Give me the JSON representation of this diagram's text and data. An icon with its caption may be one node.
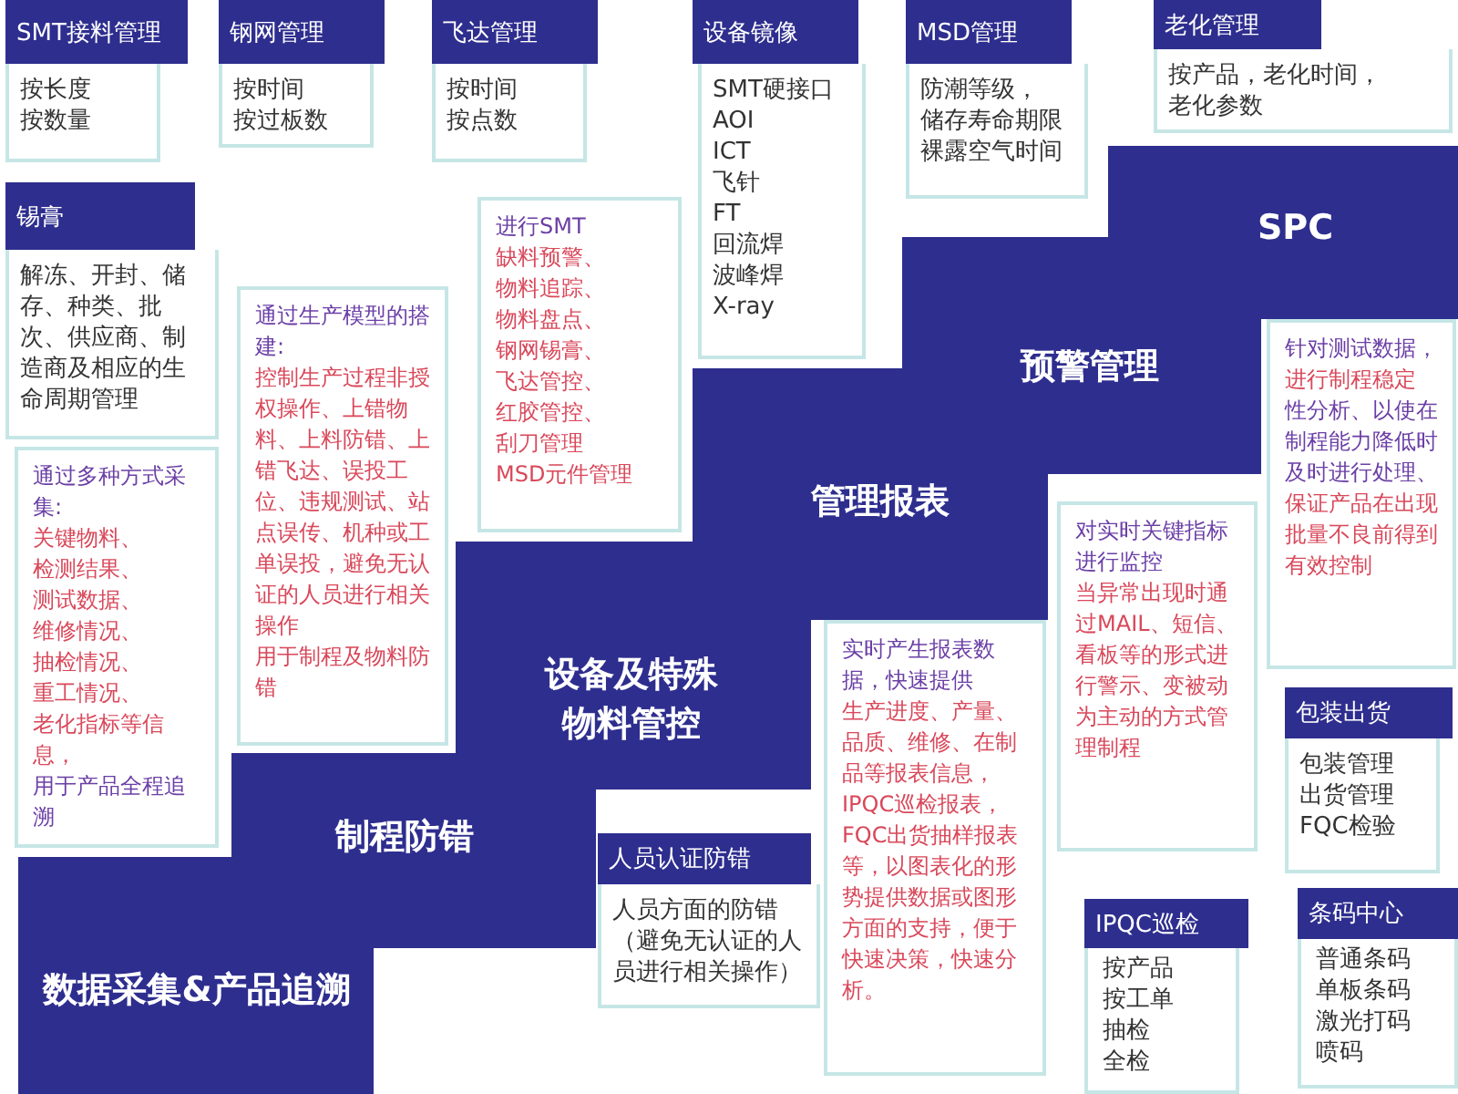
{
  "diagram": {
    "nodes": [
      {
        "text": [
          "SMT接料管理"
        ]
      },
      {
        "text": [
          "按长度",
          "按数量"
        ]
      },
      {
        "text": [
          "钢网管理"
        ]
      },
      {
        "text": [
          "按时间",
          "按过板数"
        ]
      },
      {
        "text": [
          "飞达管理"
        ]
      },
      {
        "text": [
          "按时间",
          "按点数"
        ]
      },
      {
        "text": [
          "设备镜像"
        ]
      },
      {
        "text": [
          "SMT硬接口",
          "AOI",
          "ICT",
          "飞针",
          "FT",
          "回流焊",
          "波峰焊",
          "X-ray"
        ]
      },
      {
        "text": [
          "MSD管理"
        ]
      },
      {
        "text": [
          "防潮等级，",
          "储存寿命期限",
          "裸露空气时间"
        ]
      },
      {
        "text": [
          "老化管理"
        ]
      },
      {
        "text": [
          "按产品，老化时间，老化参数"
        ]
      },
      {
        "text": [
          "锡膏"
        ]
      },
      {
        "text": [
          "解冻、开封、储存、种类、批次、供应商、制造商及相应的生命周期管理"
        ]
      },
      {
        "text": [
          "进行SMT",
          "缺料预警、",
          "物料追踪、",
          "物料盘点、",
          "钢网锡膏、",
          "飞达管控、",
          "红胶管控、",
          "刮刀管理",
          "MSD元件管理"
        ]
      },
      {
        "text": [
          "通过生产模型的搭建:",
          "控制生产过程非授权操作、上错物料、上料防错、上错飞达、误投工位、违规测试、站点误传、机种或工单误投，避免无认证的人员进行相关操作",
          "用于制程及物料防错"
        ]
      },
      {
        "text": [
          "SPC"
        ]
      },
      {
        "text": [
          "预警管理"
        ]
      },
      {
        "text": [
          "针对测试数据，",
          "进行制程稳定",
          "性分析、以使在制程能力降低时及时进行处理、",
          "保证产品在出现批量不良前得到有效控制"
        ]
      },
      {
        "text": [
          "通过多种方式采集:",
          "关键物料、",
          "检测结果、",
          "测试数据、",
          "维修情况、",
          "抽检情况、",
          "重工情况、",
          "老化指标等信息，",
          "用于产品全程追溯"
        ]
      },
      {
        "text": [
          "管理报表"
        ]
      },
      {
        "text": [
          "对实时关键指标进行监控",
          "当异常出现时通过MAIL、短信、看板等的形式进行警示、变被动为主动的方式管理制程"
        ]
      },
      {
        "text": [
          "设备及特殊物料管控"
        ]
      },
      {
        "text": [
          "实时产生报表数据，快速提供",
          "生产进度、产量、品质、维修、在制品等报表信息，IPQC巡检报表，FQC出货抽样报表等，以图表化的形势提供数据或图形方面的支持，便于快速决策，快速分析。"
        ]
      },
      {
        "text": [
          "包装出货"
        ]
      },
      {
        "text": [
          "包装管理",
          "出货管理",
          "FQC检验"
        ]
      },
      {
        "text": [
          "制程防错"
        ]
      },
      {
        "text": [
          "人员认证防错"
        ]
      },
      {
        "text": [
          "人员方面的防错（避免无认证的人员进行相关操作）"
        ]
      },
      {
        "text": [
          "IPQC巡检"
        ]
      },
      {
        "text": [
          "按产品",
          "按工单",
          "抽检",
          "全检"
        ]
      },
      {
        "text": [
          "条码中心"
        ]
      },
      {
        "text": [
          "普通条码",
          "单板条码",
          "激光打码",
          "喷码"
        ]
      },
      {
        "text": [
          "数据采集&产品追溯"
        ]
      }
    ]
  }
}
